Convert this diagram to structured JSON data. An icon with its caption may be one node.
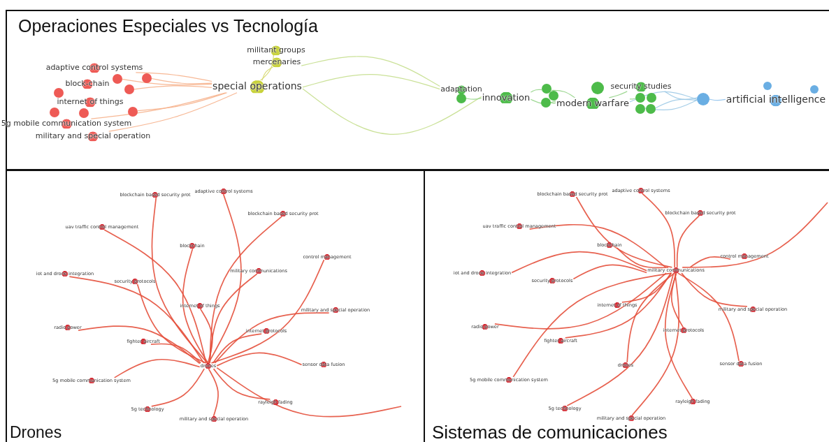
{
  "diagram": {
    "nodes": [
      {
        "text": [
          "Operaciones Especiales vs Tecnología"
        ]
      },
      {
        "text": [
          "adaptive control systems"
        ],
        "in": 0
      },
      {
        "text": [
          "block-chain"
        ],
        "in": 0
      },
      {
        "text": [
          "internet of things"
        ],
        "in": 0
      },
      {
        "text": [
          "5g mobile communication system"
        ],
        "in": 0
      },
      {
        "text": [
          "military and special operation"
        ],
        "in": 0
      },
      {
        "text": [
          "militant groups"
        ],
        "in": 0
      },
      {
        "text": [
          "mercenaries"
        ],
        "in": 0
      },
      {
        "text": [
          "special operations"
        ],
        "in": 0
      },
      {
        "text": [
          "adaptation"
        ],
        "in": 0
      },
      {
        "text": [
          "innovation"
        ],
        "in": 0
      },
      {
        "text": [
          "modern warfare"
        ],
        "in": 0
      },
      {
        "text": [
          "security studies"
        ],
        "in": 0
      },
      {
        "text": [
          "artificial intelligence"
        ],
        "in": 0
      },
      {
        "text": [],
        "shape": "circle",
        "in": 0
      },
      {
        "text": [],
        "shape": "circle",
        "in": 0
      },
      {
        "text": [],
        "shape": "circle",
        "in": 0
      },
      {
        "text": [],
        "shape": "circle",
        "in": 0
      },
      {
        "text": [],
        "shape": "circle",
        "in": 0
      },
      {
        "text": [],
        "shape": "circle",
        "in": 0
      },
      {
        "text": [],
        "shape": "circle",
        "in": 0
      },
      {
        "text": [],
        "shape": "circle",
        "in": 0
      },
      {
        "text": [],
        "shape": "circle",
        "in": 0
      },
      {
        "text": [],
        "shape": "circle",
        "in": 0
      },
      {
        "text": [],
        "shape": "circle",
        "in": 0
      },
      {
        "text": [],
        "shape": "circle",
        "in": 0
      },
      {
        "text": [],
        "shape": "circle",
        "in": 0
      },
      {
        "text": [],
        "shape": "circle",
        "in": 0
      },
      {
        "text": [],
        "shape": "circle",
        "in": 0
      },
      {
        "text": [],
        "shape": "circle",
        "in": 0
      },
      {
        "text": [],
        "shape": "circle",
        "in": 0
      },
      {
        "text": [],
        "shape": "circle",
        "in": 0
      },
      {
        "text": [],
        "shape": "circle",
        "in": 0
      },
      {
        "text": [
          "Drones"
        ]
      },
      {
        "text": [
          "blockchain based security prot"
        ],
        "in": 33
      },
      {
        "text": [
          "adaptive control systems"
        ],
        "in": 33
      },
      {
        "text": [
          "blockchain based security prot"
        ],
        "in": 33
      },
      {
        "text": [
          "uav traffic control management"
        ],
        "in": 33
      },
      {
        "text": [
          "blockchain"
        ],
        "in": 33
      },
      {
        "text": [
          "iot and drone integration"
        ],
        "in": 33
      },
      {
        "text": [
          "military communications"
        ],
        "in": 33
      },
      {
        "text": [
          "control management"
        ],
        "in": 33
      },
      {
        "text": [
          "security protocols"
        ],
        "in": 33
      },
      {
        "text": [
          "internet of things"
        ],
        "in": 33
      },
      {
        "text": [
          "military and special operation"
        ],
        "in": 33
      },
      {
        "text": [
          "radio power"
        ],
        "in": 33
      },
      {
        "text": [
          "internet protocols"
        ],
        "in": 33
      },
      {
        "text": [
          "fighter aircraft"
        ],
        "in": 33
      },
      {
        "text": [
          "drones"
        ],
        "in": 33
      },
      {
        "text": [
          "sensor data fusion"
        ],
        "in": 33
      },
      {
        "text": [
          "5g mobile communication system"
        ],
        "in": 33
      },
      {
        "text": [
          "5g technology"
        ],
        "in": 33
      },
      {
        "text": [
          "rayleigh fading"
        ],
        "in": 33
      },
      {
        "text": [
          "military and special operation"
        ],
        "in": 33
      },
      {
        "text": [
          "Sistemas de comunicaciones"
        ]
      },
      {
        "text": [
          "blockchain based security prot"
        ],
        "in": 54
      },
      {
        "text": [
          "adaptive control systems"
        ],
        "in": 54
      },
      {
        "text": [
          "blockchain based security prot"
        ],
        "in": 54
      },
      {
        "text": [
          "uav traffic control management"
        ],
        "in": 54
      },
      {
        "text": [
          "blockchain"
        ],
        "in": 54
      },
      {
        "text": [
          "iot and drone integration"
        ],
        "in": 54
      },
      {
        "text": [
          "military communications"
        ],
        "in": 54
      },
      {
        "text": [
          "control management"
        ],
        "in": 54
      },
      {
        "text": [
          "security protocols"
        ],
        "in": 54
      },
      {
        "text": [
          "internet of things"
        ],
        "in": 54
      },
      {
        "text": [
          "military and special operation"
        ],
        "in": 54
      },
      {
        "text": [
          "radio power"
        ],
        "in": 54
      },
      {
        "text": [
          "internet protocols"
        ],
        "in": 54
      },
      {
        "text": [
          "fighter aircraft"
        ],
        "in": 54
      },
      {
        "text": [
          "drones"
        ],
        "in": 54
      },
      {
        "text": [
          "sensor data fusion"
        ],
        "in": 54
      },
      {
        "text": [
          "5g mobile communication system"
        ],
        "in": 54
      },
      {
        "text": [
          "5g technology"
        ],
        "in": 54
      },
      {
        "text": [
          "rayleigh fading"
        ],
        "in": 54
      },
      {
        "text": [
          "military and special operation"
        ],
        "in": 54
      }
    ],
    "edges": [
      {
        "from": 14,
        "to": 8,
        "arrow": "none",
        "color": "#f6b08a"
      },
      {
        "from": 15,
        "to": 8,
        "arrow": "none",
        "color": "#f6b08a"
      },
      {
        "from": 17,
        "to": 8,
        "arrow": "none",
        "color": "#f6b08a"
      },
      {
        "from": 20,
        "to": 8,
        "arrow": "none",
        "color": "#f6b08a"
      },
      {
        "from": 1,
        "to": 8,
        "arrow": "none",
        "color": "#f6b08a"
      },
      {
        "from": 4,
        "to": 8,
        "arrow": "none",
        "color": "#f6b08a"
      },
      {
        "from": 5,
        "to": 8,
        "arrow": "none",
        "color": "#f6b08a"
      },
      {
        "from": 6,
        "to": 8,
        "arrow": "none",
        "color": "#d6d86e"
      },
      {
        "from": 7,
        "to": 8,
        "arrow": "none",
        "color": "#d6d86e"
      },
      {
        "from": 8,
        "to": 9,
        "arrow": "none",
        "color": "#c4de8c"
      },
      {
        "from": 8,
        "to": 10,
        "arrow": "none",
        "color": "#c4de8c"
      },
      {
        "from": 7,
        "to": 9,
        "arrow": "none",
        "color": "#c4de8c"
      },
      {
        "from": 21,
        "to": 10,
        "arrow": "none",
        "color": "#93d487"
      },
      {
        "from": 10,
        "to": 22,
        "arrow": "none",
        "color": "#93d487"
      },
      {
        "from": 10,
        "to": 11,
        "arrow": "none",
        "color": "#93d487"
      },
      {
        "from": 22,
        "to": 11,
        "arrow": "none",
        "color": "#93d487"
      },
      {
        "from": 24,
        "to": 11,
        "arrow": "none",
        "color": "#93d487"
      },
      {
        "from": 11,
        "to": 26,
        "arrow": "none",
        "color": "#93d487"
      },
      {
        "from": 11,
        "to": 12,
        "arrow": "none",
        "color": "#93d487"
      },
      {
        "from": 11,
        "to": 30,
        "arrow": "none",
        "color": "#9cc9e6"
      },
      {
        "from": 12,
        "to": 30,
        "arrow": "none",
        "color": "#9cc9e6"
      },
      {
        "from": 28,
        "to": 30,
        "arrow": "none",
        "color": "#9cc9e6"
      },
      {
        "from": 29,
        "to": 30,
        "arrow": "none",
        "color": "#9cc9e6"
      },
      {
        "from": 30,
        "to": 13,
        "arrow": "none",
        "color": "#90c2ec"
      },
      {
        "from": 48,
        "to": 34,
        "arrow": "none"
      },
      {
        "from": 48,
        "to": 35,
        "arrow": "none"
      },
      {
        "from": 48,
        "to": 36,
        "arrow": "none"
      },
      {
        "from": 48,
        "to": 37,
        "arrow": "none"
      },
      {
        "from": 48,
        "to": 38,
        "arrow": "none"
      },
      {
        "from": 48,
        "to": 39,
        "arrow": "none"
      },
      {
        "from": 48,
        "to": 40,
        "arrow": "none"
      },
      {
        "from": 48,
        "to": 41,
        "arrow": "none"
      },
      {
        "from": 48,
        "to": 42,
        "arrow": "none"
      },
      {
        "from": 48,
        "to": 43,
        "arrow": "none"
      },
      {
        "from": 48,
        "to": 44,
        "arrow": "none"
      },
      {
        "from": 48,
        "to": 45,
        "arrow": "none"
      },
      {
        "from": 48,
        "to": 46,
        "arrow": "none"
      },
      {
        "from": 48,
        "to": 47,
        "arrow": "none"
      },
      {
        "from": 48,
        "to": 49,
        "arrow": "none"
      },
      {
        "from": 48,
        "to": 50,
        "arrow": "none"
      },
      {
        "from": 48,
        "to": 51,
        "arrow": "none"
      },
      {
        "from": 48,
        "to": 52,
        "arrow": "none"
      },
      {
        "from": 48,
        "to": 53,
        "arrow": "none"
      },
      {
        "from": 48,
        "to": null,
        "arrow": "none"
      },
      {
        "from": 61,
        "to": 55,
        "arrow": "none"
      },
      {
        "from": 61,
        "to": 56,
        "arrow": "none"
      },
      {
        "from": 61,
        "to": 57,
        "arrow": "none"
      },
      {
        "from": 61,
        "to": 58,
        "arrow": "none"
      },
      {
        "from": 61,
        "to": 59,
        "arrow": "none"
      },
      {
        "from": 61,
        "to": 60,
        "arrow": "none"
      },
      {
        "from": 61,
        "to": 62,
        "arrow": "none"
      },
      {
        "from": 61,
        "to": 63,
        "arrow": "none"
      },
      {
        "from": 61,
        "to": 64,
        "arrow": "none"
      },
      {
        "from": 61,
        "to": 65,
        "arrow": "none"
      },
      {
        "from": 61,
        "to": 66,
        "arrow": "none"
      },
      {
        "from": 61,
        "to": 67,
        "arrow": "none"
      },
      {
        "from": 61,
        "to": 68,
        "arrow": "none"
      },
      {
        "from": 61,
        "to": 69,
        "arrow": "none"
      },
      {
        "from": 61,
        "to": 70,
        "arrow": "none"
      },
      {
        "from": 61,
        "to": 71,
        "arrow": "none"
      },
      {
        "from": 61,
        "to": 72,
        "arrow": "none"
      },
      {
        "from": 61,
        "to": 73,
        "arrow": "none"
      },
      {
        "from": 61,
        "to": 74,
        "arrow": "none"
      },
      {
        "from": 61,
        "to": null,
        "arrow": "none"
      }
    ]
  }
}
